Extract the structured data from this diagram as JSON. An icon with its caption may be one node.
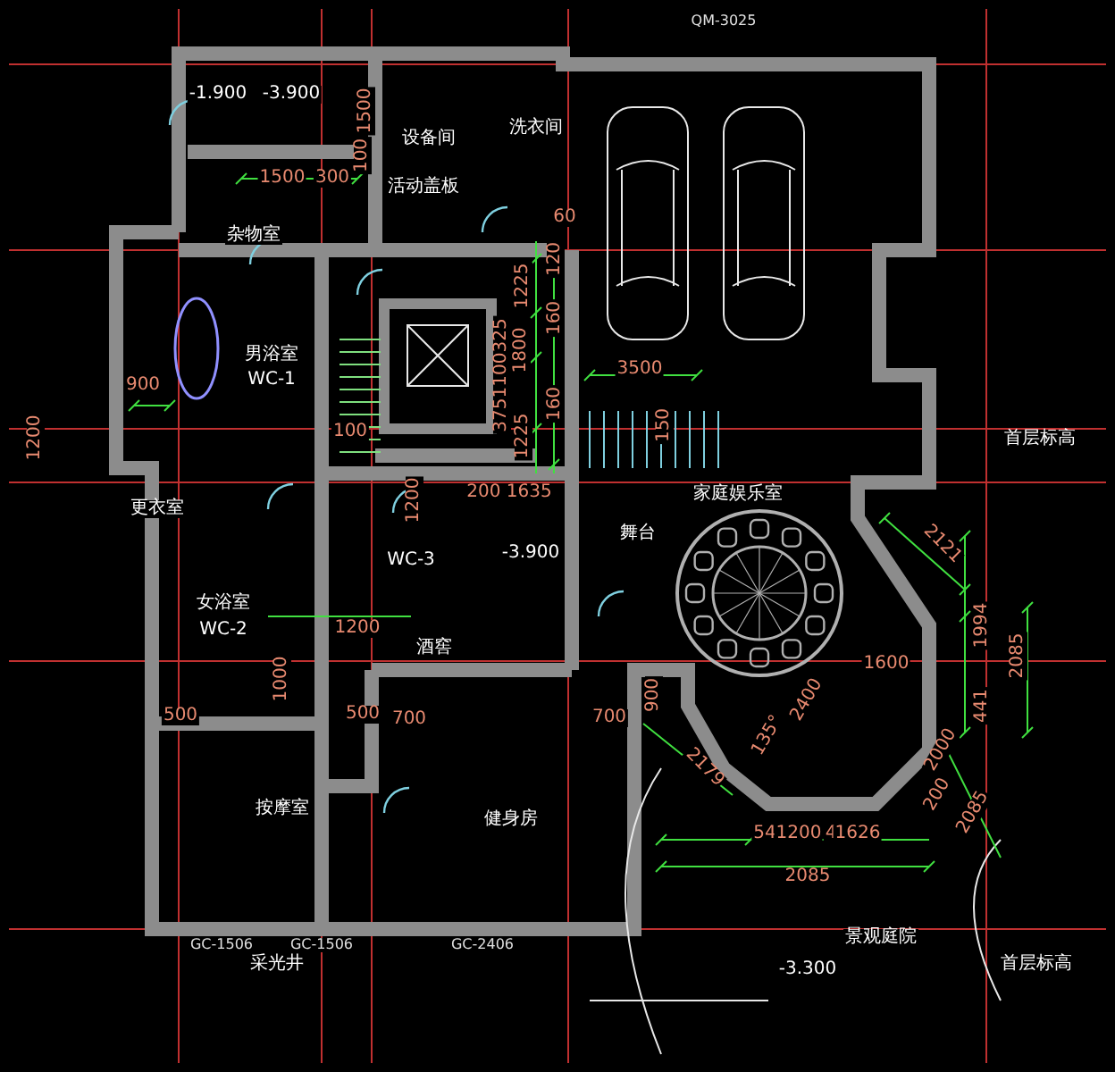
{
  "diagram": {
    "labels": [
      "QM-3025",
      "-1.900",
      "-3.900",
      "1500",
      "100",
      "设备间",
      "洗衣间",
      "1500",
      "300",
      "活动盖板",
      "60",
      "杂物室",
      "1225",
      "120",
      "160",
      "3751100325",
      "1800",
      "160",
      "1225",
      "3500",
      "900",
      "男浴室",
      "WC-1",
      "1200",
      "100",
      "150",
      "更衣室",
      "1200",
      "200 1635",
      "WC-3",
      "-3.900",
      "舞台",
      "家庭娱乐室",
      "2121",
      "女浴室",
      "WC-2",
      "1200",
      "酒窖",
      "1994",
      "441",
      "2085",
      "1600",
      "900",
      "1000",
      "500",
      "500",
      "700",
      "700",
      "135°",
      "2400",
      "2179",
      "按摩室",
      "健身房",
      "GC-1506",
      "GC-1506",
      "GC-2406",
      "采光井",
      "54",
      "1200",
      "4",
      "1626",
      "2085",
      "200",
      "2085",
      "景观庭院",
      "-3.300",
      "首层标高",
      "首层标高",
      "2000"
    ]
  }
}
